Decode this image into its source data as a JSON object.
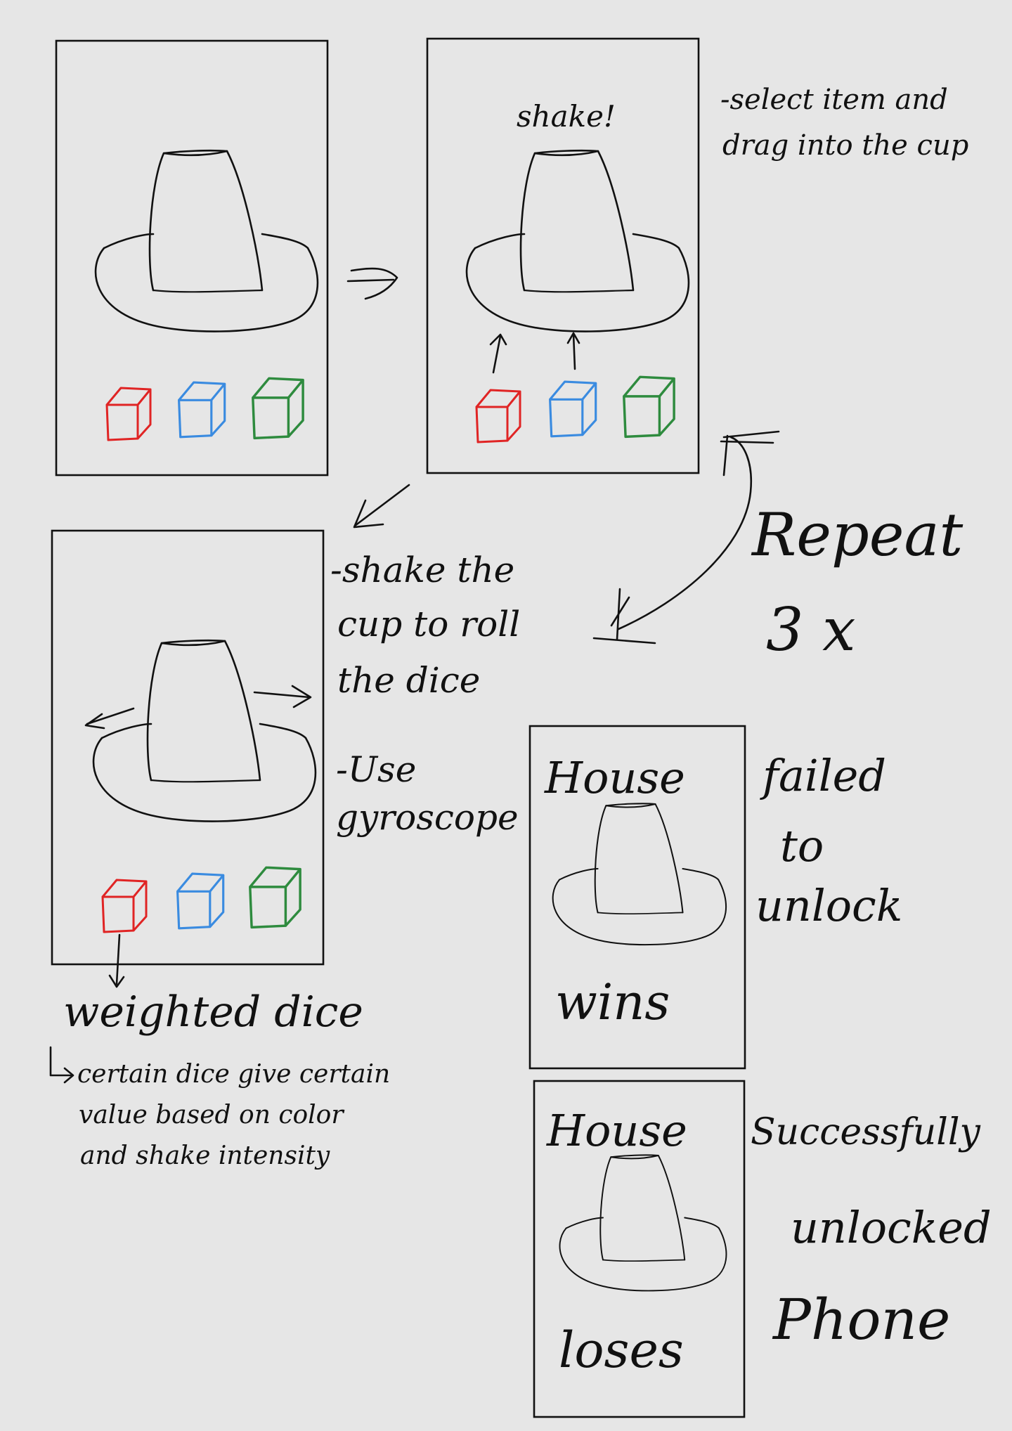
{
  "colors": {
    "background": "#e6e6e6",
    "ink": "#111111",
    "die_red": "#e02424",
    "die_blue": "#3a8be0",
    "die_green": "#2e8b3e"
  },
  "screens": {
    "s1": {
      "dice": [
        "red",
        "blue",
        "green"
      ]
    },
    "s2": {
      "header": "shake!",
      "dice": [
        "red",
        "blue",
        "green"
      ]
    },
    "s3": {
      "dice": [
        "red",
        "blue",
        "green"
      ]
    },
    "s4": {
      "top": "House",
      "bottom": "wins"
    },
    "s5": {
      "top": "House",
      "bottom": "loses"
    }
  },
  "notes": {
    "drag": [
      "-select item and",
      "drag into the cup"
    ],
    "shake": [
      "-shake the",
      "cup to roll",
      "the dice"
    ],
    "gyro": [
      "-Use",
      "gyroscope"
    ],
    "weighted_title": "weighted dice",
    "weighted_body": [
      "certain dice give certain",
      "value based on color",
      "and shake intensity"
    ],
    "repeat": [
      "Repeat",
      "3 x"
    ],
    "failed": [
      "failed",
      "to",
      "unlock"
    ],
    "success": [
      "Successfully",
      "unlocked",
      "Phone"
    ]
  }
}
